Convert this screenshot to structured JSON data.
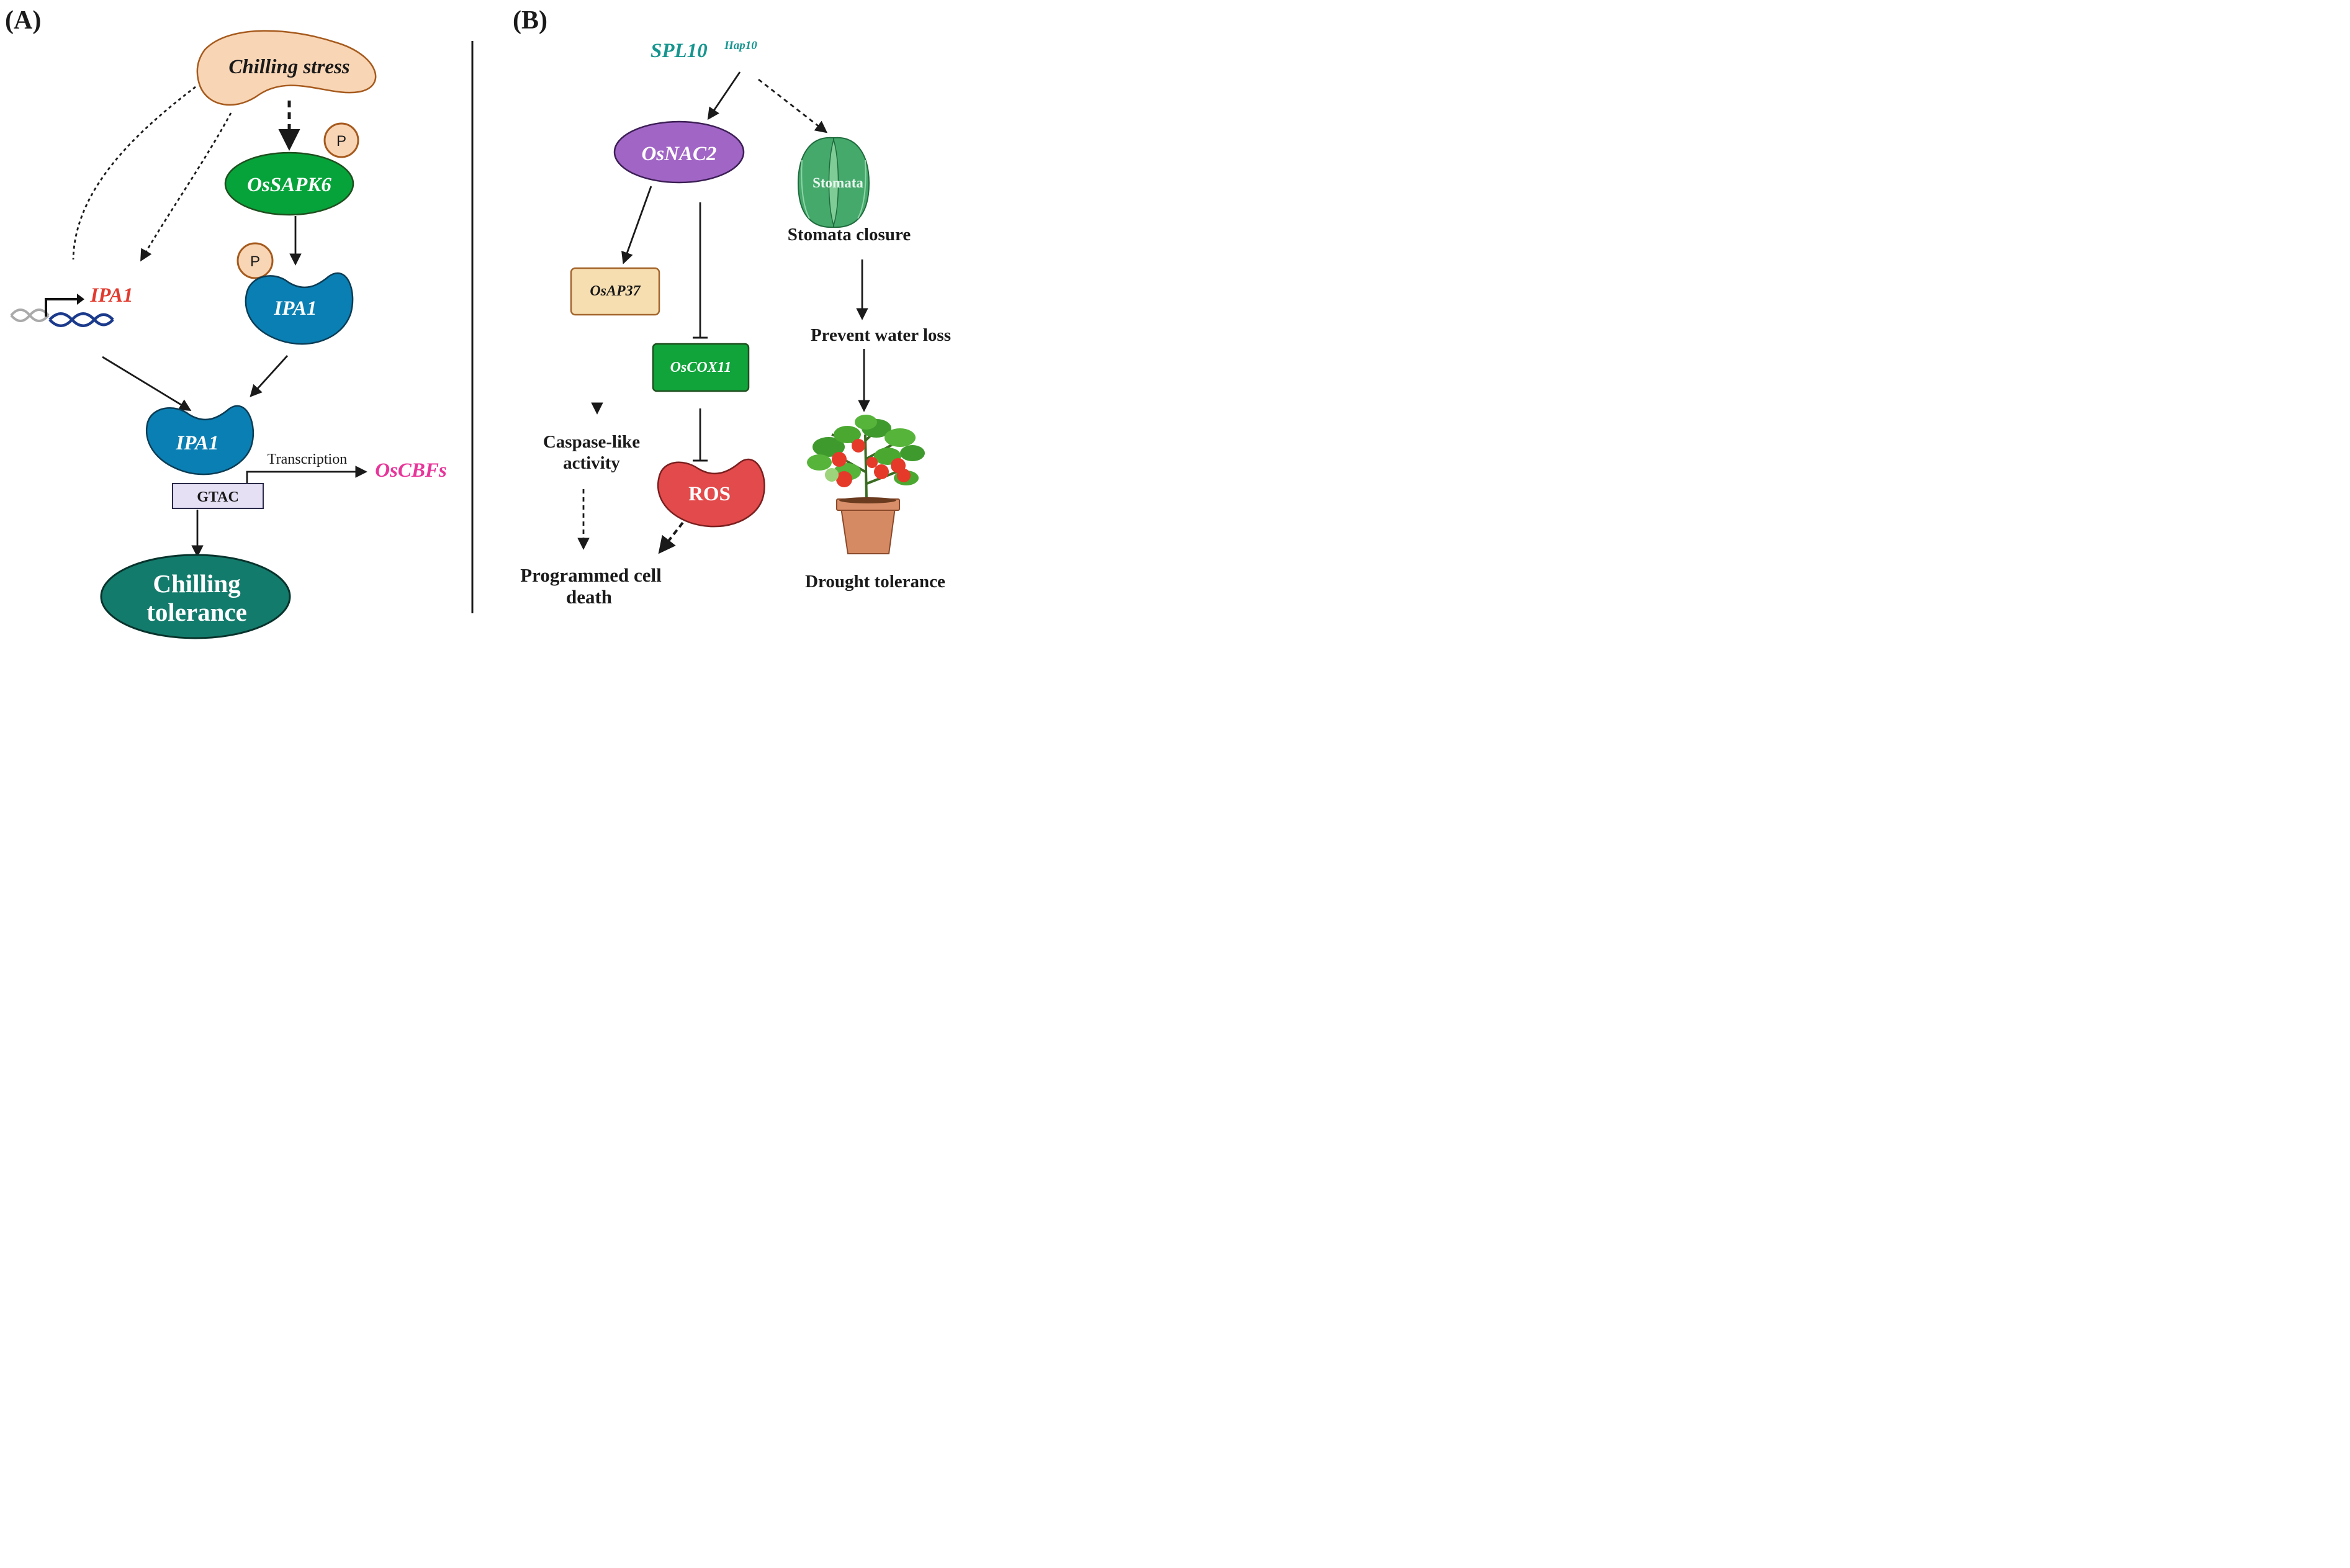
{
  "panel_a": {
    "label": "(A)",
    "chilling_stress": "Chilling stress",
    "phospho_label": "P",
    "sapk6": "OsSAPK6",
    "ipa1_gene": "IPA1",
    "ipa1_phospho": "IPA1",
    "ipa1_bound": "IPA1",
    "transcription": "Transcription",
    "oscbfs": "OsCBFs",
    "gtac": "GTAC",
    "tolerance_line1": "Chilling",
    "tolerance_line2": "tolerance"
  },
  "panel_b": {
    "label": "(B)",
    "spl10": "SPL10",
    "spl10_sup": "Hap10",
    "osnac2": "OsNAC2",
    "stomata": "Stomata",
    "stomata_closure": "Stomata closure",
    "osap37": "OsAP37",
    "oscox11": "OsCOX11",
    "prevent_water_loss": "Prevent water loss",
    "caspase_line1": "Caspase-like",
    "caspase_line2": "activity",
    "ros": "ROS",
    "pcd_line1": "Programmed cell",
    "pcd_line2": "death",
    "drought_tolerance": "Drought tolerance"
  },
  "colors": {
    "chilling_stress_fill": "#f8d5b5",
    "sapk6_fill": "#06a33a",
    "ipa1_fill": "#0a7fb3",
    "ipa1_gene_text": "#e23a2e",
    "oscbfs_text": "#e8359a",
    "gtac_fill": "#e6e0f5",
    "tolerance_fill": "#137b6c",
    "spl10_text": "#17958f",
    "osnac2_fill": "#a165c6",
    "stomata_fill": "#45a96c",
    "osap37_fill": "#f6deb1",
    "oscox11_fill": "#11a43b",
    "ros_fill": "#e34a4b"
  }
}
